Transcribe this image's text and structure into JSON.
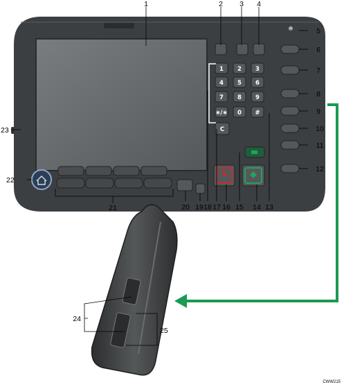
{
  "callouts": [
    "1",
    "2",
    "3",
    "4",
    "5",
    "6",
    "7",
    "8",
    "9",
    "10",
    "11",
    "12",
    "13",
    "14",
    "15",
    "16",
    "17",
    "18",
    "19",
    "20",
    "21",
    "22",
    "23",
    "24",
    "25"
  ],
  "keypad": [
    "1",
    "2",
    "3",
    "4",
    "5",
    "6",
    "7",
    "8",
    "9",
    "∗/∗",
    "0",
    "#"
  ],
  "clear_key": "C",
  "image_code": "CWW215",
  "colors": {
    "panel": "#3c3f42",
    "screen": "#6b6e71",
    "arrow": "#1a9a52",
    "start": "#22a35a",
    "stop": "#c62d2d"
  }
}
